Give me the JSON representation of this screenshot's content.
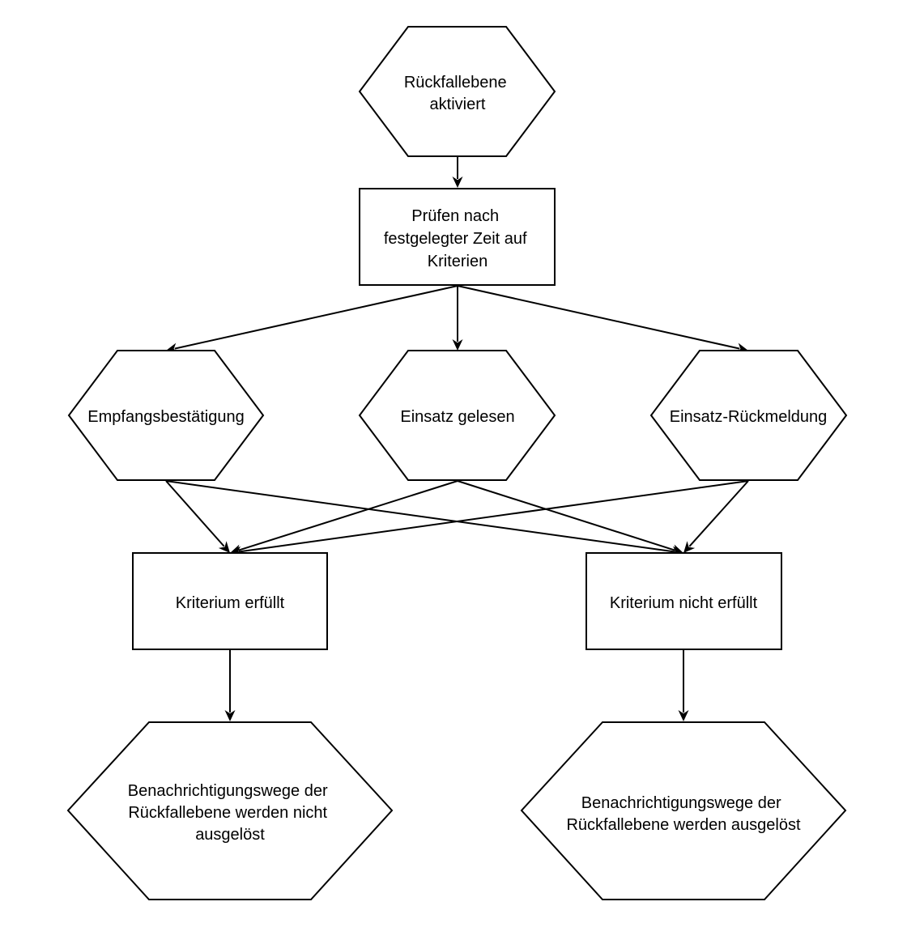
{
  "diagram": {
    "nodes": {
      "start": [
        "Rückfallebene",
        "aktiviert"
      ],
      "check": [
        "Prüfen nach",
        "festgelegter Zeit auf",
        "Kriterien"
      ],
      "crit1": [
        "Empfangsbestätigung"
      ],
      "crit2": [
        "Einsatz gelesen"
      ],
      "crit3": [
        "Einsatz-Rückmeldung"
      ],
      "met": [
        "Kriterium erfüllt"
      ],
      "notmet": [
        "Kriterium nicht erfüllt"
      ],
      "outcome_met": [
        "Benachrichtigungswege der",
        "Rückfallebene werden nicht",
        "ausgelöst"
      ],
      "outcome_notmet": [
        "Benachrichtigungswege der",
        "Rückfallebene werden ausgelöst"
      ]
    },
    "edges": [
      [
        "start",
        "check"
      ],
      [
        "check",
        "crit1"
      ],
      [
        "check",
        "crit2"
      ],
      [
        "check",
        "crit3"
      ],
      [
        "crit1",
        "met"
      ],
      [
        "crit1",
        "notmet"
      ],
      [
        "crit2",
        "met"
      ],
      [
        "crit2",
        "notmet"
      ],
      [
        "crit3",
        "met"
      ],
      [
        "crit3",
        "notmet"
      ],
      [
        "met",
        "outcome_met"
      ],
      [
        "notmet",
        "outcome_notmet"
      ]
    ]
  }
}
